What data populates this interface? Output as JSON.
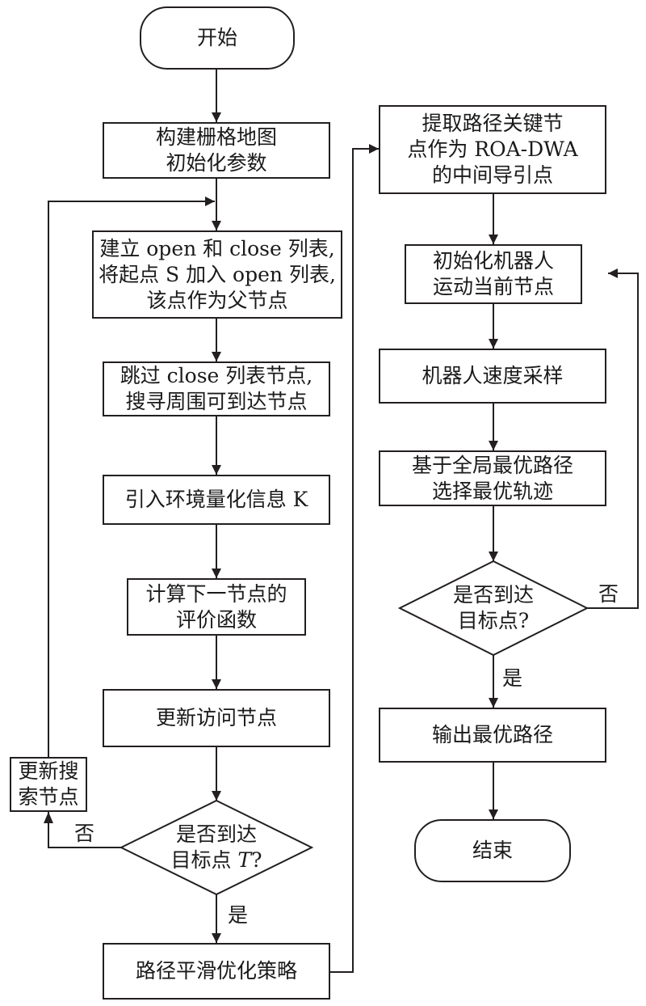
{
  "colors": {
    "stroke": "#231f20",
    "text": "#1a1a1a",
    "background": "#ffffff"
  },
  "left_column": {
    "start": "开始",
    "build_grid_line1": "构建栅格地图",
    "build_grid_line2": "初始化参数",
    "open_close_line1": "建立 open 和 close 列表,",
    "open_close_line2": "将起点 S 加入 open 列表,",
    "open_close_line3": "该点作为父节点",
    "skip_line1": "跳过 close 列表节点,",
    "skip_line2": "搜寻周围可到达节点",
    "env_info": "引入环境量化信息 K",
    "eval_line1": "计算下一节点的",
    "eval_line2": "评价函数",
    "update_visit": "更新访问节点",
    "decision_line1": "是否到达",
    "decision_line2_prefix": "目标点 ",
    "decision_line2_var": "T",
    "decision_line2_suffix": "?",
    "update_search_line1": "更新搜",
    "update_search_line2": "索节点",
    "no_label": "否",
    "yes_label": "是",
    "smooth": "路径平滑优化策略"
  },
  "right_column": {
    "keynodes_line1": "提取路径关键节",
    "keynodes_line2": "点作为 ROA-DWA",
    "keynodes_line3": "的中间导引点",
    "init_robot_line1": "初始化机器人",
    "init_robot_line2": "运动当前节点",
    "velocity_sampling": "机器人速度采样",
    "select_line1": "基于全局最优路径",
    "select_line2": "选择最优轨迹",
    "decision_line1": "是否到达",
    "decision_line2": "目标点?",
    "no_label": "否",
    "yes_label": "是",
    "output": "输出最优路径",
    "end": "结束"
  }
}
